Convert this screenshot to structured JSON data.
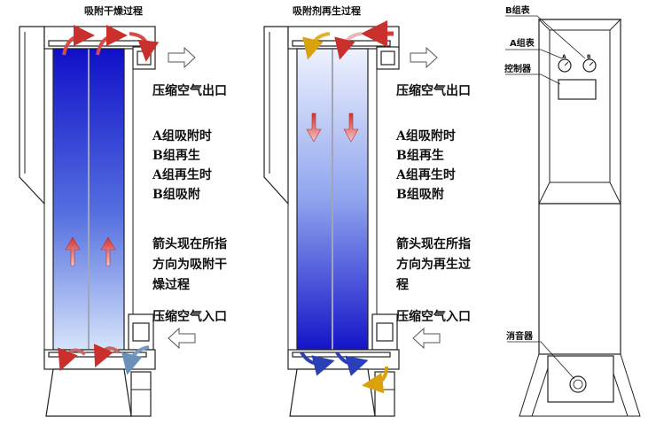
{
  "panel1": {
    "title": "吸附干燥过程",
    "outlet_label": "压缩空气出口",
    "inlet_label": "压缩空气入口",
    "mode_lines": [
      "A组吸附时",
      "B组再生",
      "A组再生时",
      "B组吸附"
    ],
    "note_lines": [
      "箭头现在所指",
      "方向为吸附干",
      "燥过程"
    ]
  },
  "panel2": {
    "title": "吸附剂再生过程",
    "outlet_label": "压缩空气出口",
    "inlet_label": "压缩空气入口",
    "mode_lines": [
      "A组吸附时",
      "B组再生",
      "A组再生时",
      "B组吸附"
    ],
    "note_lines": [
      "箭头现在所指",
      "方向为再生过",
      "程"
    ]
  },
  "panel3": {
    "gauge_b_label": "B组表",
    "gauge_a_label": "A组表",
    "controller_label": "控制器",
    "muffler_label": "消音器",
    "gauge_a_mark": "A",
    "gauge_b_mark": "B"
  },
  "colors": {
    "deep_blue": "#1212c8",
    "light_blue": "#dfe6fa",
    "arrow_red": "#d63a3a",
    "arrow_yellow": "#e8b820"
  }
}
